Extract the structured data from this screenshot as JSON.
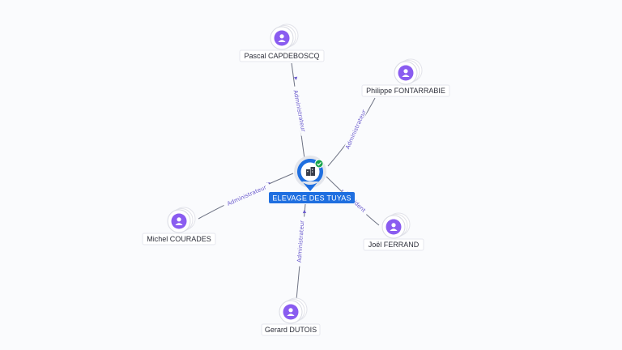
{
  "company": {
    "name": "ELEVAGE DES TUYAS",
    "icon": "building-icon",
    "verified_icon": "check-badge-icon",
    "accent": "#1f6fe0"
  },
  "people": [
    {
      "name": "Pascal CAPDEBOSCQ",
      "role": "Administrateur",
      "icon": "person-icon"
    },
    {
      "name": "Philippe FONTARRABIE",
      "role": "Administrateur",
      "icon": "person-icon"
    },
    {
      "name": "Michel COURADES",
      "role": "Administrateur",
      "icon": "person-icon"
    },
    {
      "name": "Joël FERRAND",
      "role": "Président",
      "icon": "person-icon"
    },
    {
      "name": "Gerard DUTOIS",
      "role": "Administrateur",
      "icon": "person-icon"
    }
  ],
  "colors": {
    "person": "#8a5cf0",
    "edge_label": "#6a5acd",
    "background": "#fafbfd"
  }
}
